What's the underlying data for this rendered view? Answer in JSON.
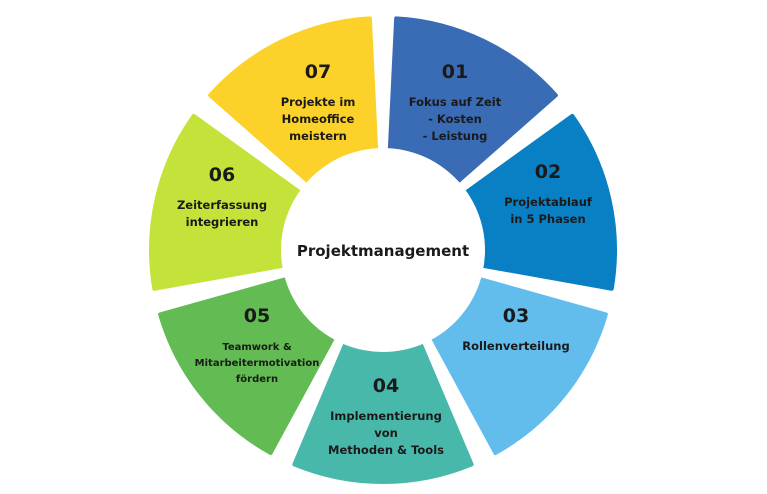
{
  "center": {
    "label": "Projektmanagement",
    "color": "#ffffff"
  },
  "segments": [
    {
      "number": "01",
      "lines": [
        "Fokus auf Zeit",
        "- Kosten",
        "- Leistung"
      ],
      "color": "#3a6bb5"
    },
    {
      "number": "02",
      "lines": [
        "Projektablauf",
        "in 5 Phasen"
      ],
      "color": "#0a80c4"
    },
    {
      "number": "03",
      "lines": [
        "Rollenverteilung"
      ],
      "color": "#62bcec"
    },
    {
      "number": "04",
      "lines": [
        "Implementierung",
        "von",
        "Methoden & Tools"
      ],
      "color": "#48b8ab"
    },
    {
      "number": "05",
      "lines": [
        "Teamwork &",
        "Mitarbeitermotivation",
        "fördern"
      ],
      "color": "#62bb53"
    },
    {
      "number": "06",
      "lines": [
        "Zeiterfassung",
        "integrieren"
      ],
      "color": "#c3e23a"
    },
    {
      "number": "07",
      "lines": [
        "Projekte im",
        "Homeoffice",
        "meistern"
      ],
      "color": "#fcd22a"
    }
  ]
}
